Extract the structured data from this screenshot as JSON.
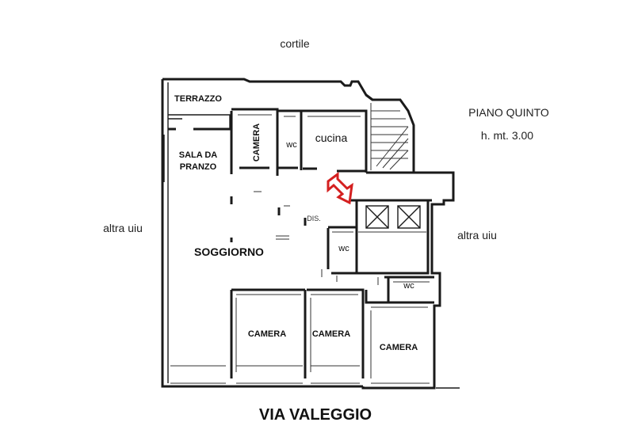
{
  "labels": {
    "courtyard": "cortile",
    "floor_title": "PIANO QUINTO",
    "ceiling_height": "h. mt. 3.00",
    "left_neighbor": "altra uiu",
    "right_neighbor": "altra uiu",
    "street": "VIA VALEGGIO"
  },
  "rooms": {
    "terrace": "TERRAZZO",
    "dining_line1": "SALA DA",
    "dining_line2": "PRANZO",
    "bedroom_top": "CAMERA",
    "wc_top": "wc",
    "kitchen": "cucina",
    "hallway": "DIS.",
    "living": "SOGGIORNO",
    "wc_mid": "wc",
    "wc_right": "wc",
    "bedroom_bottom_1": "CAMERA",
    "bedroom_bottom_2": "CAMERA",
    "bedroom_bottom_3": "CAMERA"
  },
  "colors": {
    "walls": "#1a1a1a",
    "entrance_marker": "#d42020"
  },
  "icons": {
    "entrance": "entrance-arrow-icon",
    "stairs": "staircase-icon",
    "elevator": "elevator-shaft-icon"
  }
}
